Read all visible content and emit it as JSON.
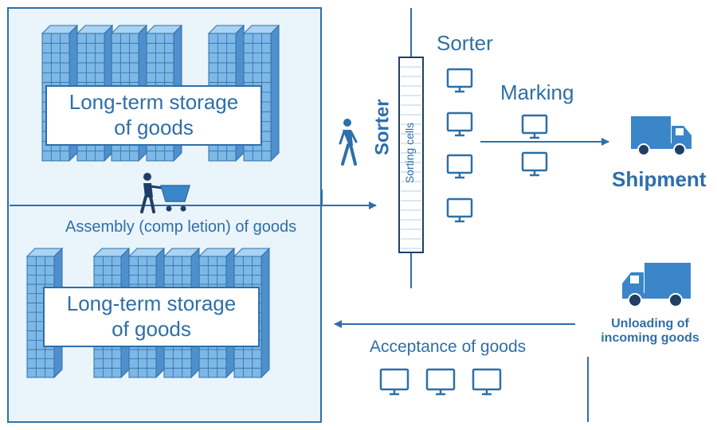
{
  "colors": {
    "primary": "#2e6fa8",
    "panel_fill": "#eaf4fb",
    "rack_front": "#7db8e6",
    "rack_side": "#4f8fcb",
    "rack_top": "#a9d3f2",
    "icon_fill": "#3a86c8"
  },
  "storage_top": {
    "line1": "Long-term storage",
    "line2": "of goods"
  },
  "storage_bottom": {
    "line1": "Long-term storage",
    "line2": "of goods"
  },
  "assembly_label": "Assembly (comp letion) of goods",
  "sorter_vertical_label": "Sorter",
  "sorting_cells_label": "Sorting cells",
  "sorter_title": "Sorter",
  "marking_label": "Marking",
  "shipment_label": "Shipment",
  "unloading_label": {
    "line1": "Unloading of",
    "line2": "incoming goods"
  },
  "acceptance_label": "Acceptance of goods",
  "icons": [
    "walking-person-icon",
    "person-with-cart-icon",
    "monitor-icon",
    "delivery-truck-icon",
    "warehouse-rack-icon"
  ]
}
